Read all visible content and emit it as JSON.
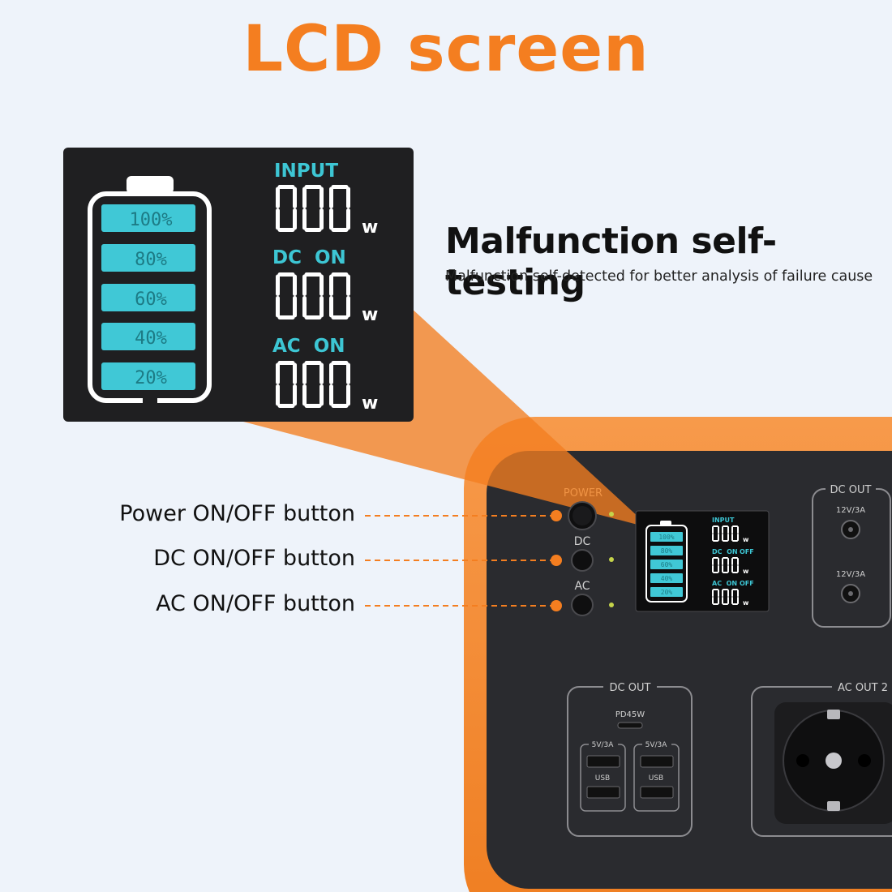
{
  "headline": "LCD screen",
  "feature": {
    "title": "Malfunction self-testing",
    "subtitle": "Malfunction self-detected for better analysis of failure cause"
  },
  "lcd": {
    "battery_levels": [
      "100%",
      "80%",
      "60%",
      "40%",
      "20%"
    ],
    "readouts": [
      {
        "label": "INPUT",
        "value": "000",
        "unit": "w"
      },
      {
        "label": "DC  ON",
        "value": "000",
        "unit": "w"
      },
      {
        "label": "AC  ON",
        "value": "000",
        "unit": "w"
      }
    ]
  },
  "mini_lcd": {
    "labels": [
      "INPUT",
      "DC  ON",
      "AC  ON"
    ],
    "toggle_suffix": "OFF"
  },
  "callouts": [
    "Power ON/OFF button",
    "DC ON/OFF button",
    "AC ON/OFF button"
  ],
  "device": {
    "power_label": "POWER",
    "dc_label": "DC",
    "ac_label": "AC",
    "dc_out_top": "DC OUT",
    "dc_out_top_ports": [
      "12V/3A",
      "12V/3A"
    ],
    "dc_out_bottom": "DC OUT",
    "pd_label": "PD45W",
    "usb_groups": [
      {
        "rating": "5V/3A",
        "label": "USB"
      },
      {
        "rating": "5V/3A",
        "label": "USB"
      }
    ],
    "ac_out": "AC OUT 2"
  },
  "colors": {
    "accent": "#f47e20",
    "lcd_cyan": "#3dc6d4",
    "panel": "#2a2b2f",
    "shell": "#f58a2f"
  }
}
